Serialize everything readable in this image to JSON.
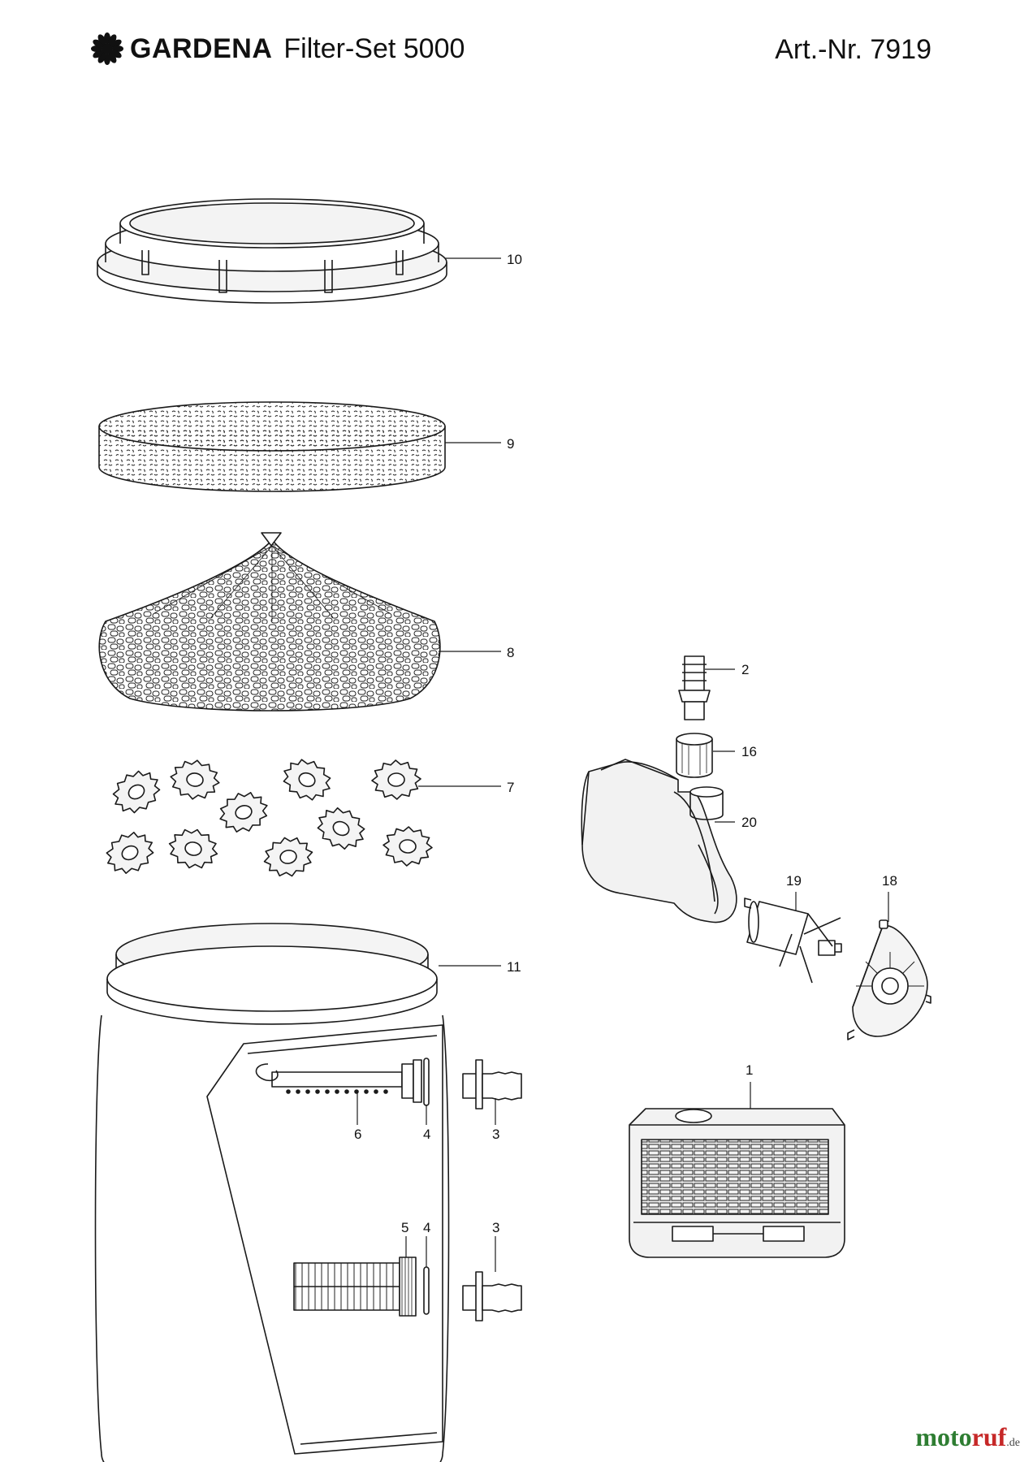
{
  "header": {
    "brand": "GARDENA",
    "title": "Filter-Set 5000",
    "article": "Art.-Nr. 7919"
  },
  "parts": {
    "p10": "10",
    "p9": "9",
    "p8": "8",
    "p7": "7",
    "p11": "11",
    "p6": "6",
    "p4a": "4",
    "p3a": "3",
    "p5": "5",
    "p4b": "4",
    "p3b": "3",
    "p2": "2",
    "p16": "16",
    "p20": "20",
    "p19": "19",
    "p18": "18",
    "p1": "1"
  },
  "footer": {
    "site_a": "moto",
    "site_b": "ruf",
    "site_tld": ".de"
  },
  "colors": {
    "line": "#1a1a1a",
    "fill": "#f2f2f2",
    "footer_green": "#2e7d32",
    "footer_red": "#c62828"
  }
}
